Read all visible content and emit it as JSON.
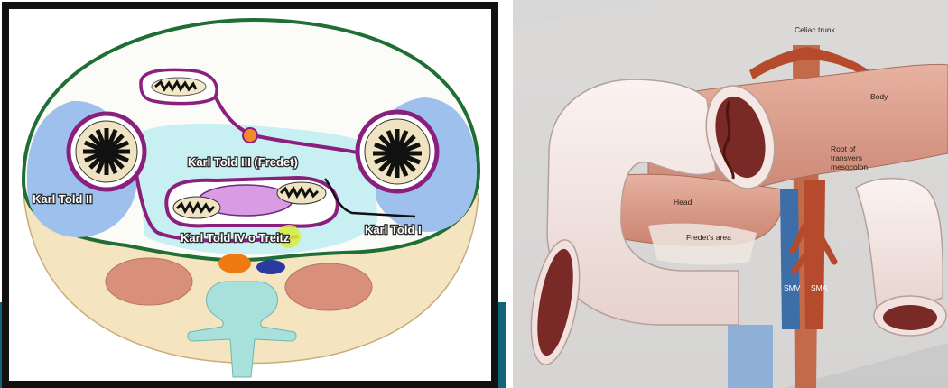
{
  "left_panel": {
    "labels": {
      "told_ii": "Karl Told II",
      "told_iii": "Karl Told III (Fredet)",
      "told_iv": "Karl Told IV o Treitz",
      "told_i": "Karl Told I"
    },
    "colors": {
      "frame": "#111111",
      "abdominal_wall": "#1f6e35",
      "fascia_outline": "#8a1f7e",
      "retroperitoneum": "#f5e4c0",
      "fascia_fill": "#c8f0f2",
      "colon_fill": "#8fb5e8"
    }
  },
  "right_panel": {
    "labels": {
      "celiac_trunk": "Celiac trunk",
      "body": "Body",
      "root_line1": "Root of",
      "root_line2": "transvers",
      "root_line3": "mesocolon",
      "head": "Head",
      "fredets_area": "Fredet's area",
      "smv": "SMV",
      "sma": "SMA"
    },
    "colors": {
      "pancreas": "#d99a86",
      "bowel": "#f1e2df",
      "artery": "#b54a2c",
      "vein": "#3e6ea8"
    }
  }
}
